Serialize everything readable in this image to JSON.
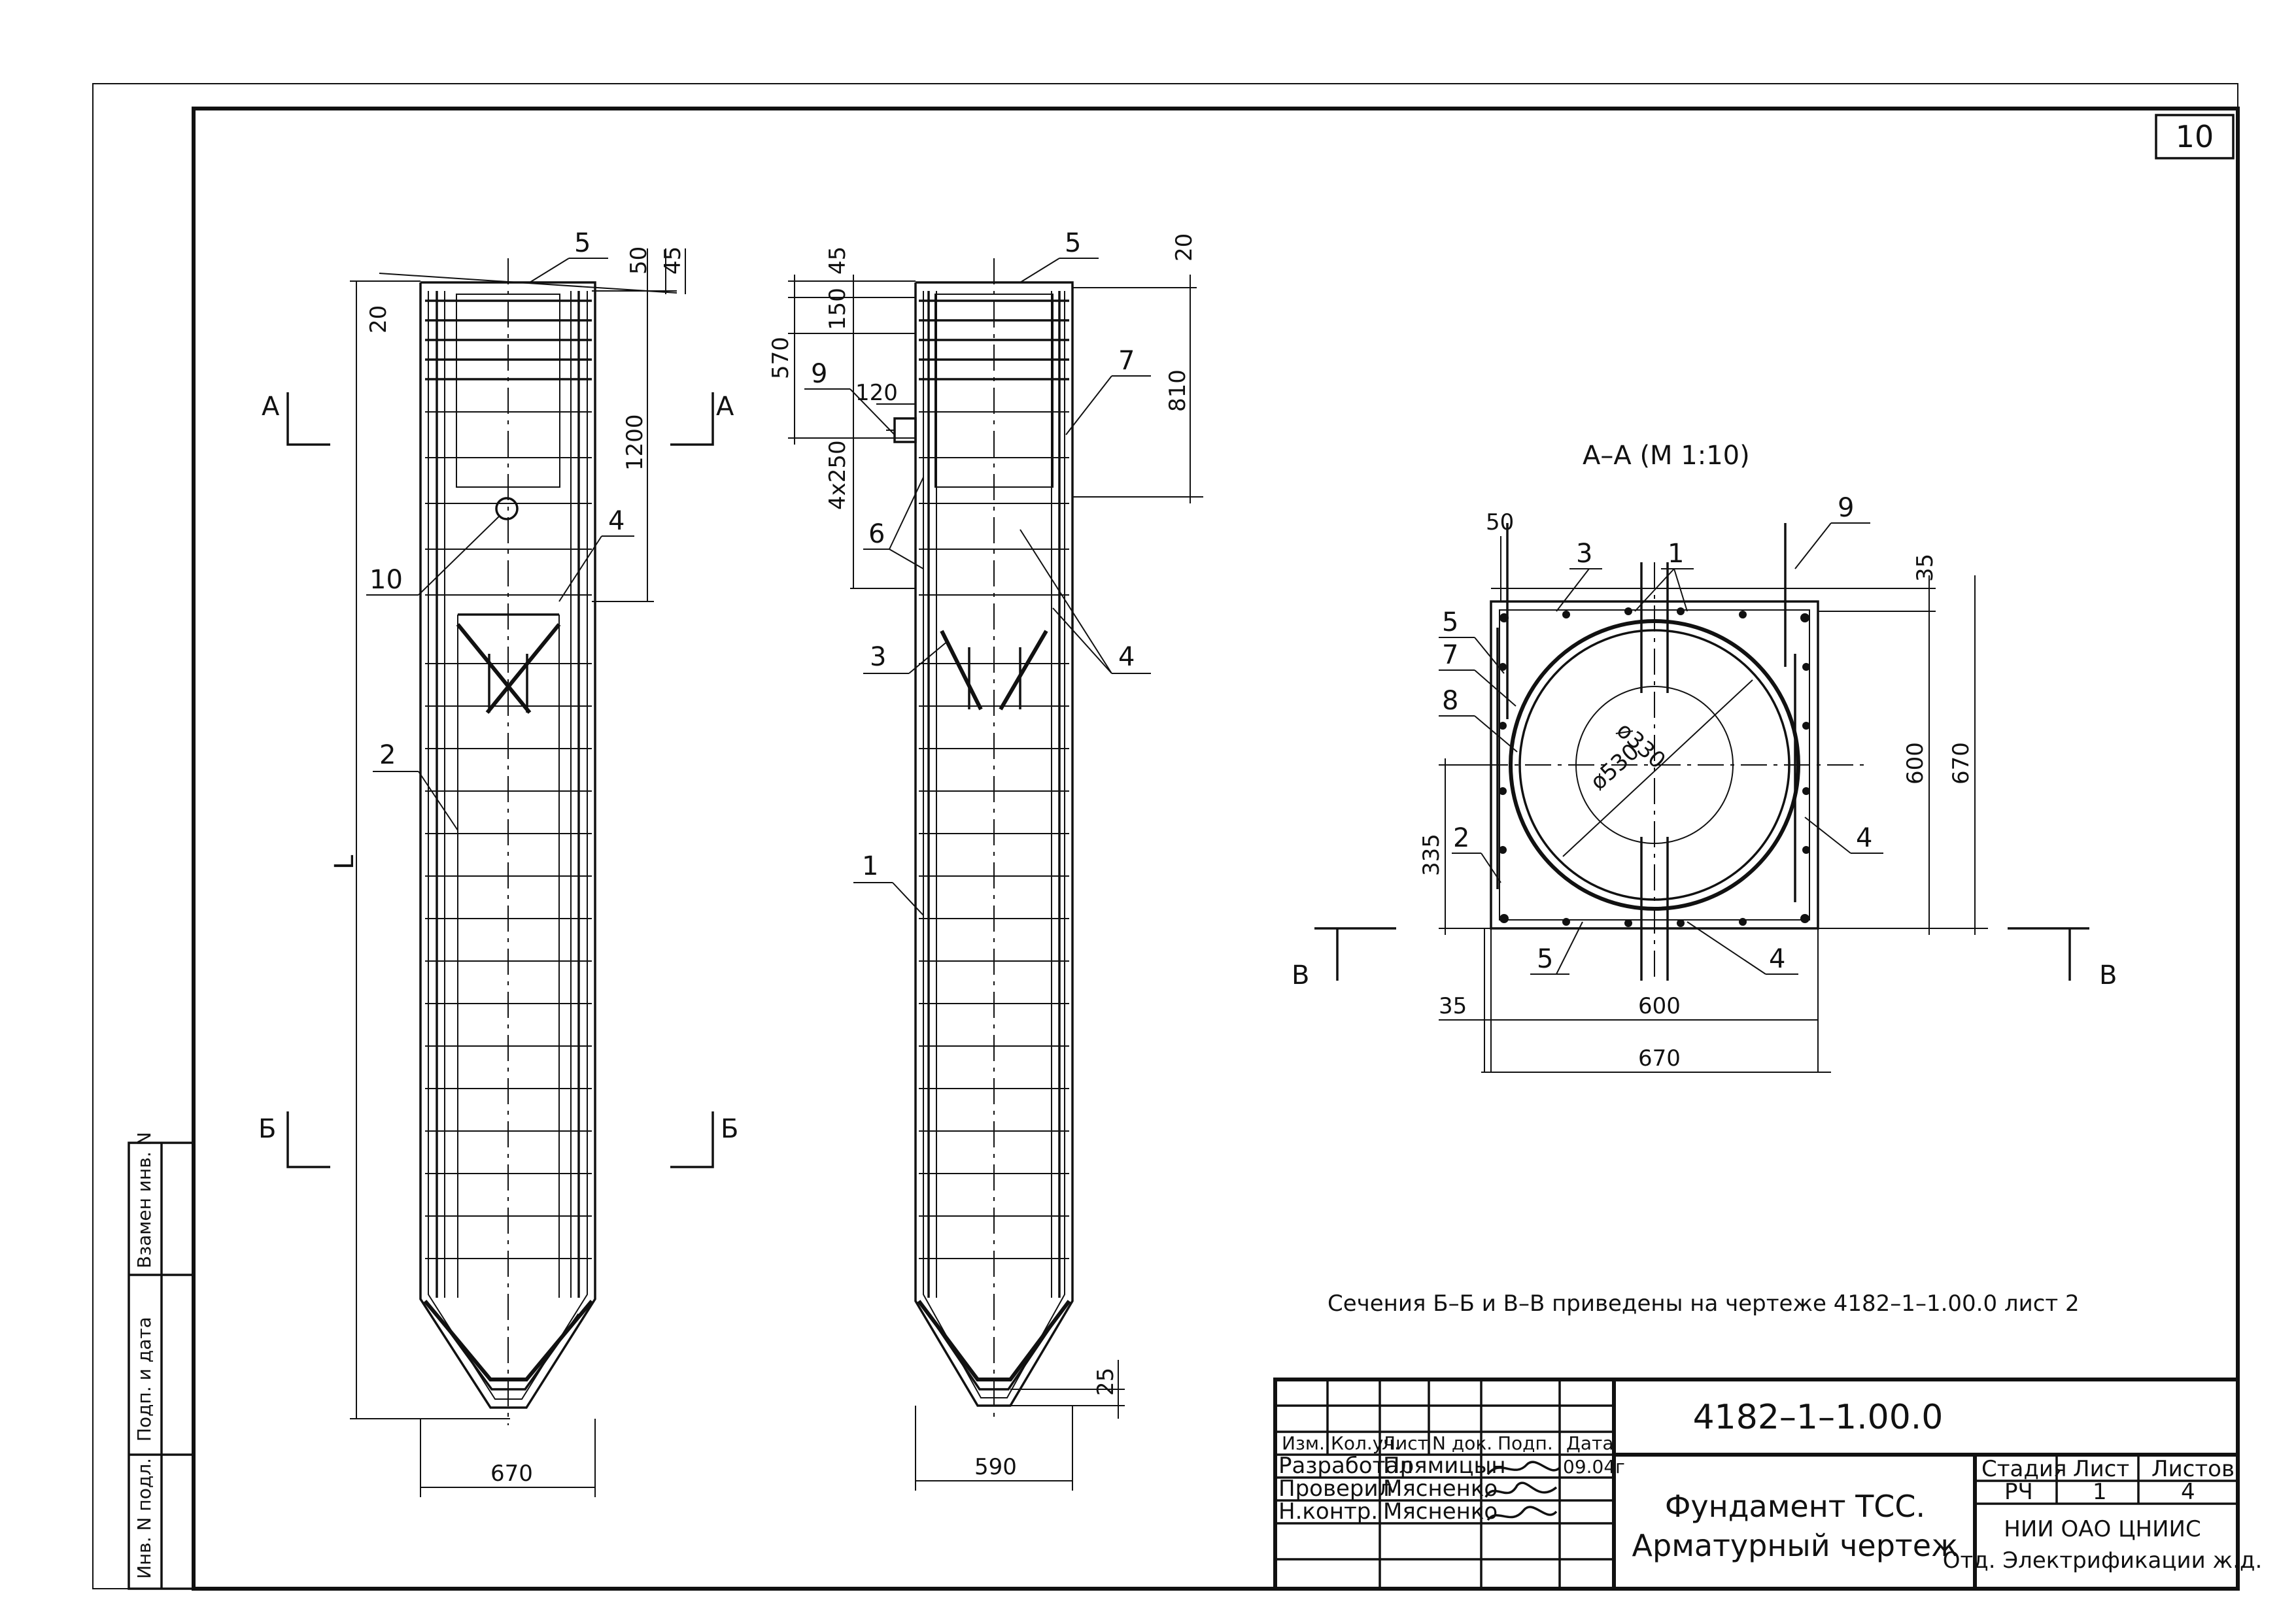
{
  "sheet": {
    "number": "10"
  },
  "section_aa": {
    "title": "А–А (М 1:10)"
  },
  "section_marks": {
    "a": "А",
    "b": "Б",
    "v": "В"
  },
  "left_view": {
    "dims": {
      "d20": "20",
      "d50": "50",
      "d45": "45",
      "d1200": "1200",
      "dL": "L",
      "d670": "670"
    },
    "callouts": [
      "5",
      "10",
      "4",
      "2"
    ]
  },
  "middle_view": {
    "dims": {
      "d45": "45",
      "d20": "20",
      "d150": "150",
      "d570": "570",
      "d120": "120",
      "d4x250": "4х250",
      "d810": "810",
      "d25": "25",
      "d590": "590"
    },
    "callouts": [
      "5",
      "9",
      "7",
      "6",
      "3",
      "4",
      "1"
    ]
  },
  "section_view": {
    "dims": {
      "d50": "50",
      "d35": "35",
      "d600v": "600",
      "d670v": "670",
      "d335": "335",
      "d35h": "35",
      "d600h": "600",
      "d670h": "670",
      "dia330": "ø330",
      "dia530": "ø530"
    },
    "callouts": {
      "c3": "3",
      "c1": "1",
      "c9": "9",
      "c5a": "5",
      "c7": "7",
      "c8": "8",
      "c2": "2",
      "c4a": "4",
      "c5b": "5",
      "c4b": "4"
    }
  },
  "note": "Сечения Б–Б и В–В приведены на чертеже 4182–1–1.00.0 лист 2",
  "side_stamp": {
    "inv_zam": "Взамен инв. N",
    "podp_data": "Подп. и дата",
    "inv_podl": "Инв. N подл."
  },
  "title_block": {
    "code": "4182–1–1.00.0",
    "headers": {
      "izm": "Изм.",
      "kol": "Кол.уч.",
      "list": "Лист",
      "ndok": "N док.",
      "podp": "Подп.",
      "data": "Дата"
    },
    "rows": [
      {
        "role": "Разработал",
        "name": "Прямицын",
        "date": "09.04г"
      },
      {
        "role": "Проверил",
        "name": "Мясненко",
        "date": ""
      },
      {
        "role": "Н.контр.",
        "name": "Мясненко",
        "date": ""
      }
    ],
    "title_line1": "Фундамент ТСС.",
    "title_line2": "Арматурный чертеж",
    "stage_label": "Стадия",
    "sheet_label": "Лист",
    "sheets_label": "Листов",
    "stage": "РЧ",
    "sheet": "1",
    "sheets": "4",
    "org_line1": "НИИ ОАО ЦНИИС",
    "org_line2": "Отд. Электрификации ж.д."
  }
}
